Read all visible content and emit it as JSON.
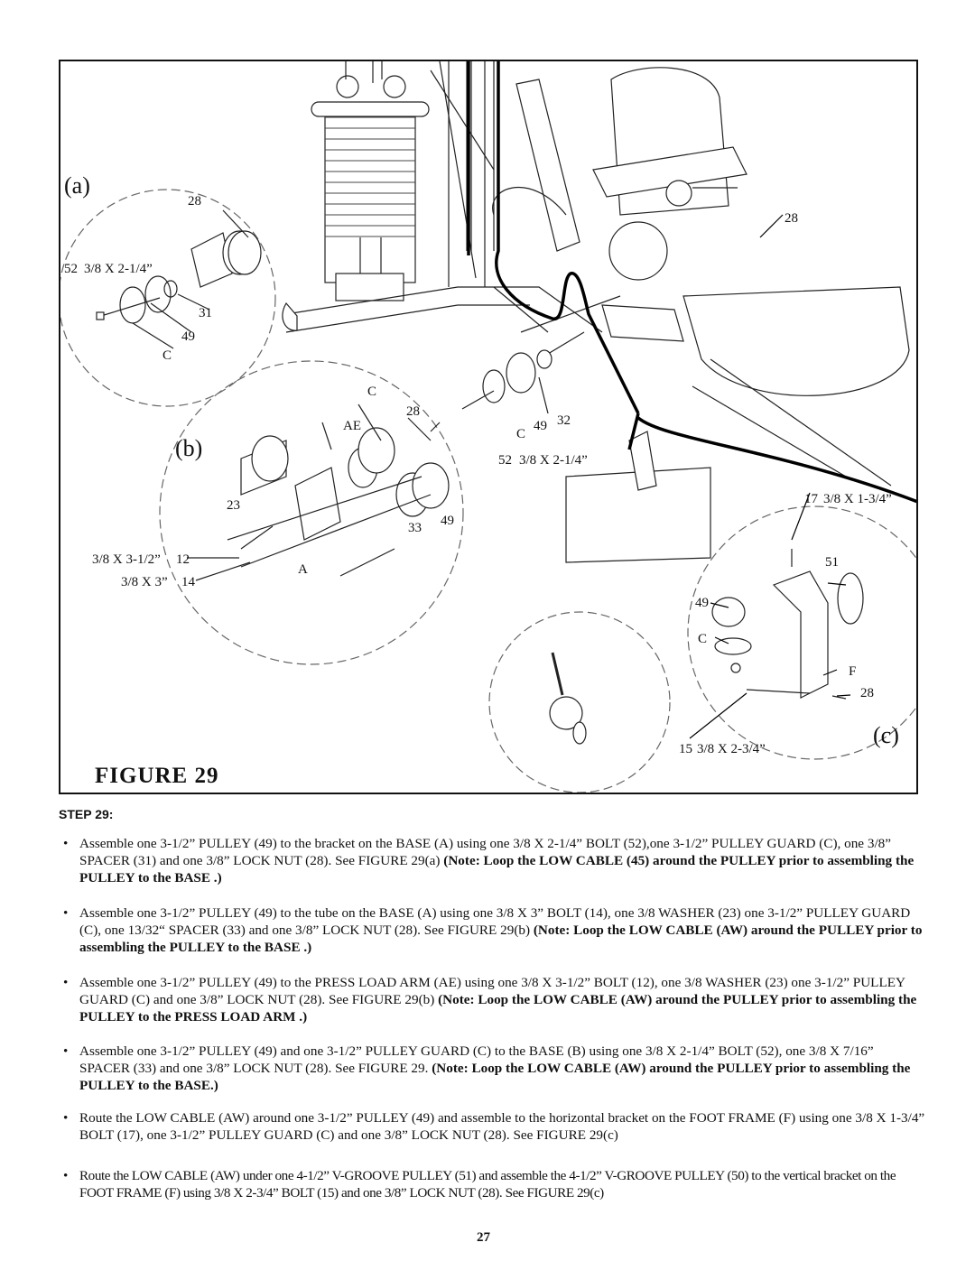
{
  "figure": {
    "title": "FIGURE 29",
    "sub_labels": {
      "a": "(a)",
      "b": "(b)",
      "c": "(c)"
    },
    "callouts": [
      {
        "id": "a-28",
        "text": "28"
      },
      {
        "id": "a-52",
        "text": "52"
      },
      {
        "id": "a-52-size",
        "text": "3/8 X 2-1/4”"
      },
      {
        "id": "a-31",
        "text": "31"
      },
      {
        "id": "a-49",
        "text": "49"
      },
      {
        "id": "a-C",
        "text": "C"
      },
      {
        "id": "r-28",
        "text": "28"
      },
      {
        "id": "b-C",
        "text": "C"
      },
      {
        "id": "b-28",
        "text": "28"
      },
      {
        "id": "b-AE",
        "text": "AE"
      },
      {
        "id": "b-23",
        "text": "23"
      },
      {
        "id": "b-33",
        "text": "33"
      },
      {
        "id": "b-49",
        "text": "49"
      },
      {
        "id": "b-A",
        "text": "A"
      },
      {
        "id": "b-12-size",
        "text": "3/8 X 3-1/2”"
      },
      {
        "id": "b-12",
        "text": "12"
      },
      {
        "id": "b-14-size",
        "text": "3/8 X 3”"
      },
      {
        "id": "b-14",
        "text": "14"
      },
      {
        "id": "m-C",
        "text": "C"
      },
      {
        "id": "m-49",
        "text": "49"
      },
      {
        "id": "m-32",
        "text": "32"
      },
      {
        "id": "m-52",
        "text": "52"
      },
      {
        "id": "m-52-size",
        "text": "3/8 X 2-1/4”"
      },
      {
        "id": "c-17",
        "text": "17"
      },
      {
        "id": "c-17-size",
        "text": "3/8 X 1-3/4”"
      },
      {
        "id": "c-51",
        "text": "51"
      },
      {
        "id": "c-49",
        "text": "49"
      },
      {
        "id": "c-C",
        "text": "C"
      },
      {
        "id": "c-F",
        "text": "F"
      },
      {
        "id": "c-28",
        "text": "28"
      },
      {
        "id": "c-15",
        "text": "15"
      },
      {
        "id": "c-15-size",
        "text": "3/8 X 2-3/4”"
      }
    ]
  },
  "step": {
    "heading": "STEP 29:",
    "bullet": "•",
    "items": [
      {
        "text": "Assemble one 3-1/2” PULLEY (49) to the bracket on the BASE (A) using one 3/8 X 2-1/4” BOLT (52),one 3-1/2” PULLEY GUARD (C), one 3/8” SPACER (31) and one 3/8” LOCK NUT (28). See FIGURE 29(a) ",
        "note": "(Note: Loop the LOW CABLE (45) around the PULLEY prior to assembling the PULLEY to the BASE .)"
      },
      {
        "text": "Assemble one 3-1/2” PULLEY (49) to the tube on the BASE (A) using one 3/8 X 3” BOLT (14), one 3/8 WASHER (23) one 3-1/2” PULLEY GUARD (C), one 13/32“ SPACER (33) and one 3/8” LOCK NUT (28). See FIGURE 29(b) ",
        "note": "(Note: Loop the LOW CABLE (AW) around the PULLEY prior to assembling the PULLEY to the BASE .)"
      },
      {
        "text": "Assemble one 3-1/2” PULLEY (49) to the PRESS LOAD ARM (AE) using one 3/8 X 3-1/2” BOLT (12), one 3/8 WASHER (23) one 3-1/2” PULLEY GUARD (C) and one 3/8” LOCK NUT (28). See FIGURE 29(b) ",
        "note": "(Note: Loop the LOW CABLE (AW) around the PULLEY prior to assembling the PULLEY to the PRESS LOAD ARM .)"
      },
      {
        "text": "Assemble one 3-1/2” PULLEY (49) and one 3-1/2” PULLEY GUARD (C) to the BASE (B) using one 3/8 X 2-1/4” BOLT (52), one 3/8 X 7/16” SPACER (33) and one 3/8” LOCK NUT (28). See FIGURE 29. ",
        "note": "(Note: Loop the LOW CABLE (AW) around the PULLEY prior to assembling the PULLEY to the BASE.)"
      },
      {
        "text": "Route the LOW CABLE (AW) around one 3-1/2” PULLEY (49) and assemble to the horizontal bracket on the FOOT FRAME (F) using one 3/8 X 1-3/4” BOLT (17), one 3-1/2” PULLEY GUARD (C) and one 3/8” LOCK NUT (28). See FIGURE 29(c)",
        "note": ""
      },
      {
        "text": "Route the LOW CABLE (AW) under one 4-1/2” V-GROOVE PULLEY (51) and assemble the 4-1/2” V-GROOVE PULLEY (50) to the vertical bracket on the FOOT FRAME (F) using 3/8 X 2-3/4” BOLT (15) and one 3/8” LOCK NUT (28). See FIGURE 29(c)",
        "note": ""
      }
    ]
  },
  "page_number": "27"
}
